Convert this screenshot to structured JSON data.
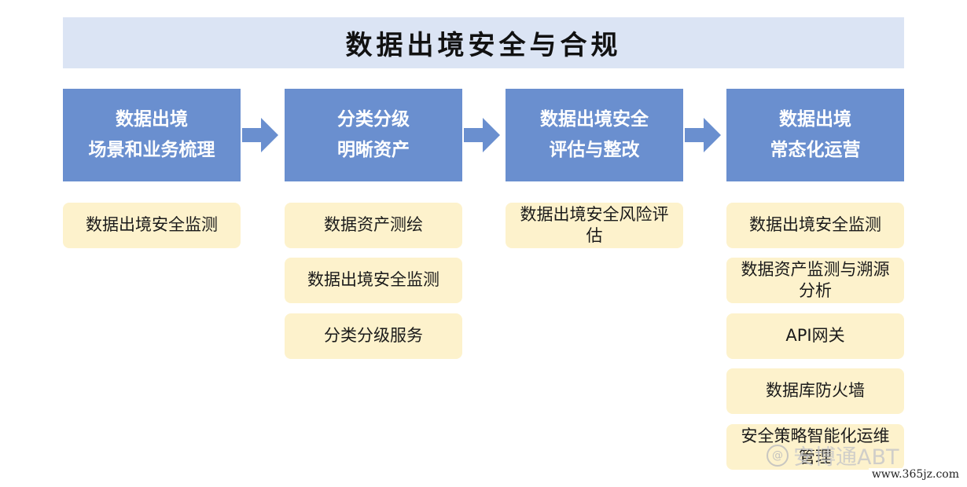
{
  "title": "数据出境安全与合规",
  "stages": [
    {
      "line1": "数据出境",
      "line2": "场景和业务梳理"
    },
    {
      "line1": "分类分级",
      "line2": "明晰资产"
    },
    {
      "line1": "数据出境安全",
      "line2": "评估与整改"
    },
    {
      "line1": "数据出境",
      "line2": "常态化运营"
    }
  ],
  "tools": {
    "col1": [
      "数据出境安全监测"
    ],
    "col2": [
      "数据资产测绘",
      "数据出境安全监测",
      "分类分级服务"
    ],
    "col3": [
      "数据出境安全风险评估"
    ],
    "col4": [
      "数据出境安全监测",
      "数据资产监测与溯源分析",
      "API网关",
      "数据库防火墙",
      "安全策略智能化运维管理"
    ]
  },
  "colors": {
    "title_bg": "#dbe4f4",
    "stage_bg": "#6a8fcf",
    "arrow": "#6a8fcf",
    "tool_bg": "#fdf2cc"
  },
  "watermark": {
    "logo_icon": "swirl-logo-icon",
    "text": "安博通ABT"
  },
  "site_label": "www.365jz.com"
}
